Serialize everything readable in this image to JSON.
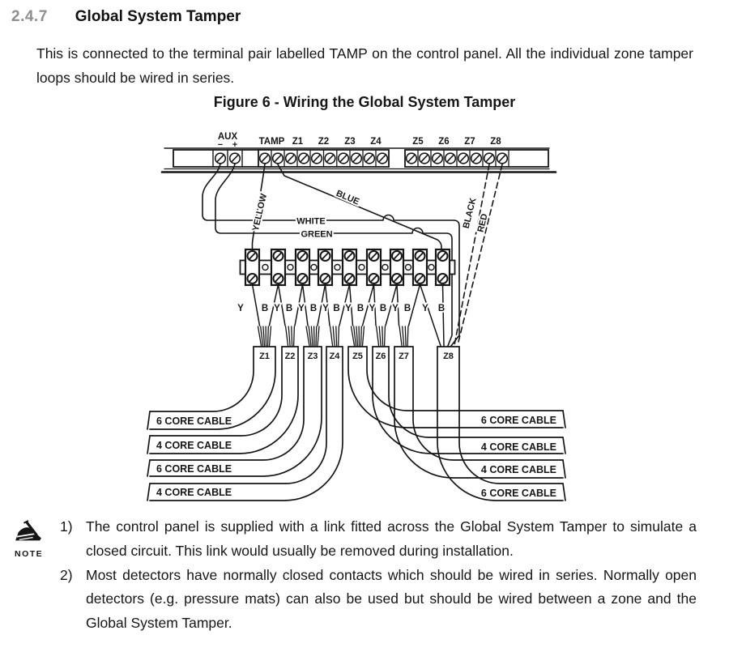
{
  "section": {
    "number": "2.4.7",
    "title": "Global System Tamper"
  },
  "intro": "This is connected to the terminal pair labelled TAMP on the control panel. All the individual zone tamper loops should be wired in series.",
  "figure_caption": "Figure 6 - Wiring the Global System Tamper",
  "diagram": {
    "panel": {
      "aux_label": "AUX",
      "aux_minus": "−",
      "aux_plus": "+",
      "terminals": [
        "TAMP",
        "Z1",
        "Z2",
        "Z3",
        "Z4",
        "Z5",
        "Z6",
        "Z7",
        "Z8"
      ]
    },
    "wires": {
      "yellow": "YELLOW",
      "blue": "BLUE",
      "white": "WHITE",
      "green": "GREEN",
      "black": "BLACK",
      "red": "RED"
    },
    "yb_row": [
      "Y",
      "B",
      "Y",
      "B",
      "Y",
      "B",
      "Y",
      "B",
      "Y",
      "B",
      "Y",
      "B",
      "Y",
      "B",
      "Y",
      "B"
    ],
    "zones": [
      "Z1",
      "Z2",
      "Z3",
      "Z4",
      "Z5",
      "Z6",
      "Z7",
      "Z8"
    ],
    "cables": {
      "left": [
        "6 CORE CABLE",
        "4 CORE CABLE",
        "6 CORE CABLE",
        "4 CORE CABLE"
      ],
      "right": [
        "6 CORE CABLE",
        "4 CORE CABLE",
        "4 CORE CABLE",
        "6 CORE CABLE"
      ]
    }
  },
  "notes": {
    "icon_label": "NOTE",
    "items": [
      {
        "num": "1)",
        "text": "The control panel is supplied with a link fitted across the Global System Tamper to simulate a closed circuit. This link would usually be removed during installation."
      },
      {
        "num": "2)",
        "text": "Most detectors have normally closed contacts which should be wired in series. Normally open detectors (e.g. pressure mats) can also be used but should be wired between a zone and the Global System Tamper."
      }
    ]
  }
}
